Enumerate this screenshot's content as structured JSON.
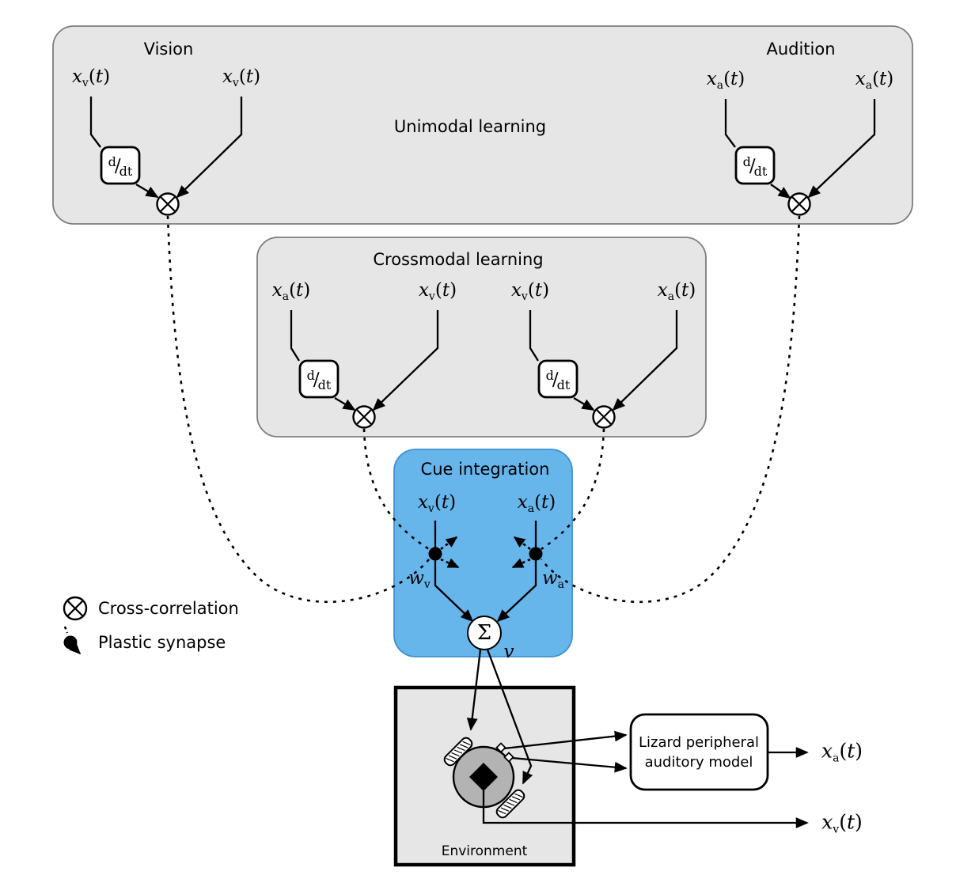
{
  "colors": {
    "panel_fill": "#e6e6e6",
    "panel_border": "#7d7d7d",
    "cue_fill": "#66b5eb",
    "cue_border": "#4090ce",
    "robot_fill": "#b3b3b3",
    "ink": "#000000"
  },
  "symbols": {
    "xv": {
      "base": "x",
      "sub": "v",
      "arg": "t"
    },
    "xa": {
      "base": "x",
      "sub": "a",
      "arg": "t"
    },
    "wv": {
      "base": "w",
      "sub": "v"
    },
    "wa": {
      "base": "w",
      "sub": "a"
    },
    "v": {
      "base": "v"
    },
    "sigma": {
      "base": "Σ",
      "plain": true
    },
    "ddt": {
      "num": "d",
      "slash": "∕",
      "den": "dt"
    }
  },
  "sections": {
    "unimodal": {
      "title": "Unimodal learning",
      "vision_title": "Vision",
      "audition_title": "Audition"
    },
    "crossmodal": {
      "title": "Crossmodal learning"
    },
    "cue_integration": {
      "title": "Cue integration"
    },
    "environment": {
      "label": "Environment"
    },
    "auditory_model": {
      "line1": "Lizard peripheral",
      "line2": "auditory model"
    }
  },
  "legend": {
    "cross_correlation": "Cross-correlation",
    "plastic_synapse": "Plastic synapse"
  }
}
